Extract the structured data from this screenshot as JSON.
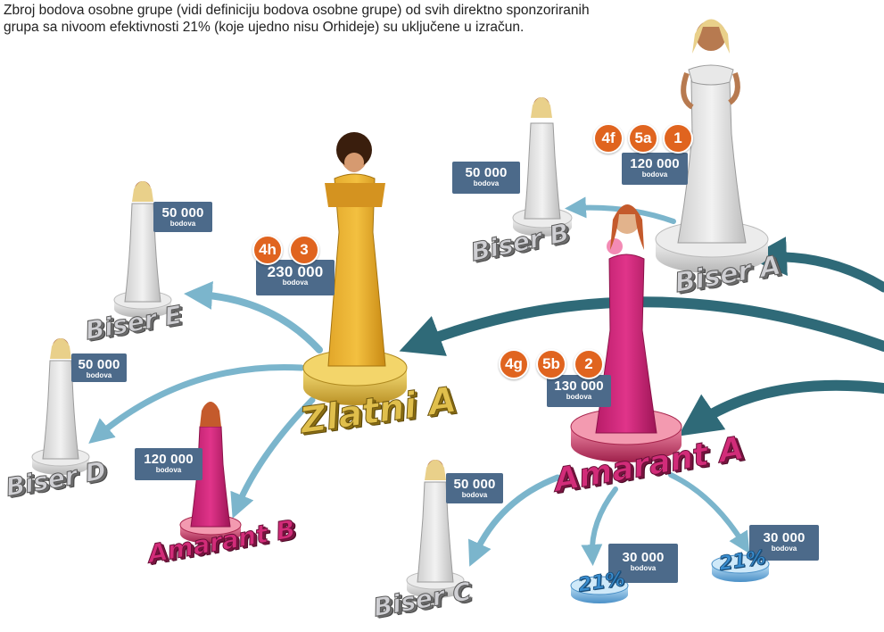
{
  "intro_text": "Zbroj bodova osobne grupe (vidi definiciju bodova osobne grupe) od svih direktno sponzoriranih grupa sa nivoom efektivnosti 21% (koje ujedno nisu Orhideje) su uključene u izračun.",
  "units": "bodova",
  "colors": {
    "box": "#4c6a8a",
    "badge": "#e0641f",
    "arrow_dark": "#2f6a78",
    "arrow_light": "#7bb5cc",
    "gold": "#e6a92a",
    "amarant": "#d22c79",
    "pearl": "#e6e6e6",
    "pct": "#5aa9df"
  },
  "nodes": {
    "biser_a": {
      "label": "Biser A",
      "points": "120 000",
      "badges": [
        "4f",
        "5a",
        "1"
      ]
    },
    "biser_b": {
      "label": "Biser B",
      "points": "50 000"
    },
    "zlatni_a": {
      "label": "Zlatni A",
      "points": "230 000",
      "badges": [
        "4h",
        "3"
      ]
    },
    "biser_e": {
      "label": "Biser E",
      "points": "50 000"
    },
    "biser_d": {
      "label": "Biser D",
      "points": "50 000"
    },
    "amarant_b": {
      "label": "Amarant B",
      "points": "120 000"
    },
    "amarant_a": {
      "label": "Amarant A",
      "points": "130 000",
      "badges": [
        "4g",
        "5b",
        "2"
      ]
    },
    "biser_c": {
      "label": "Biser C",
      "points": "50 000"
    },
    "pct_1": {
      "label": "21%",
      "points": "30 000"
    },
    "pct_2": {
      "label": "21%",
      "points": "30 000"
    }
  }
}
